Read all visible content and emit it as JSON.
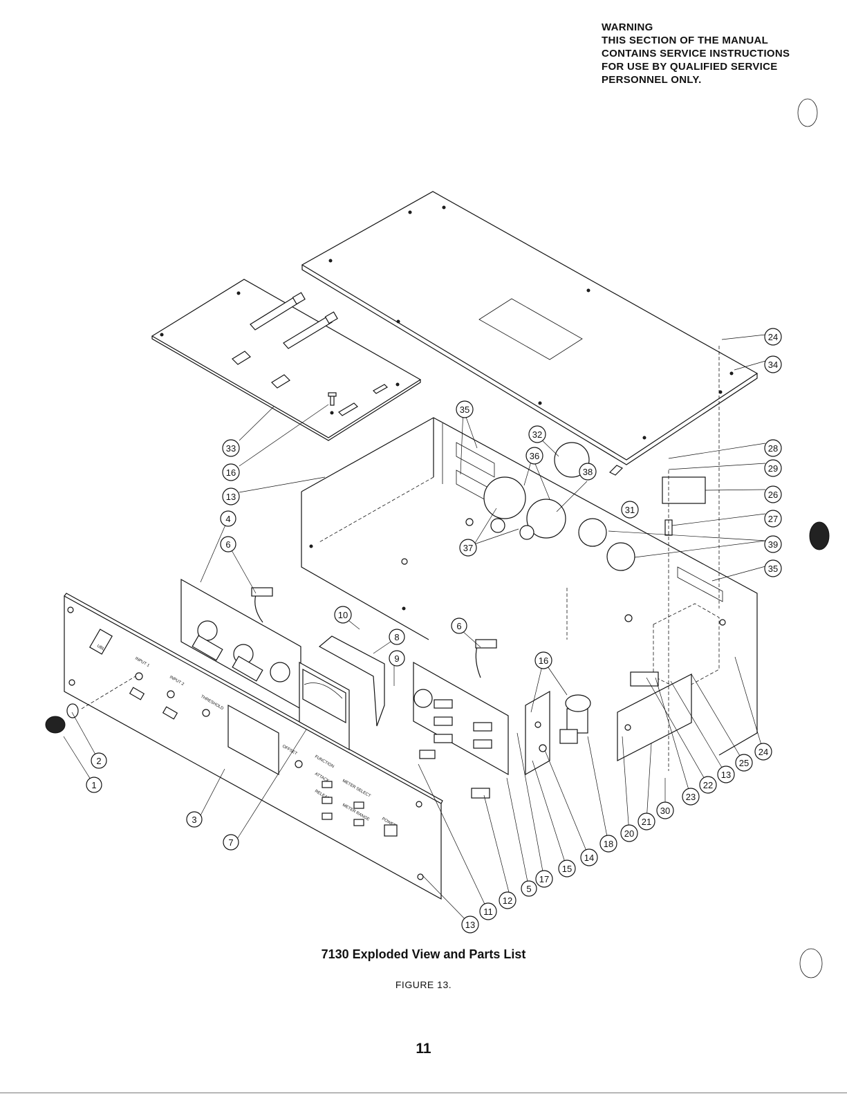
{
  "warning": {
    "heading": "WARNING",
    "lines": [
      "THIS SECTION OF THE MANUAL",
      "CONTAINS SERVICE INSTRUCTIONS",
      "FOR USE BY QUALIFIED SERVICE",
      "PERSONNEL ONLY."
    ]
  },
  "caption": "7130 Exploded View and Parts List",
  "figure_label": "FIGURE 13.",
  "page_number": "11",
  "panel": {
    "logo": "UBL",
    "input_1": "INPUT 1",
    "input_2": "INPUT 2",
    "threshold": "THRESHOLD",
    "offset": "OFFSET",
    "function": "FUNCTION",
    "attack": "ATTACK",
    "release": "RELEASE",
    "meter_select": "METER SELECT",
    "meter_range": "METER RANGE",
    "power": "POWER"
  },
  "callouts": [
    {
      "id": "c1",
      "number": "1"
    },
    {
      "id": "c2",
      "number": "2"
    },
    {
      "id": "c3",
      "number": "3"
    },
    {
      "id": "c4",
      "number": "4"
    },
    {
      "id": "c5",
      "number": "5"
    },
    {
      "id": "c6a",
      "number": "6"
    },
    {
      "id": "c6b",
      "number": "6"
    },
    {
      "id": "c7",
      "number": "7"
    },
    {
      "id": "c8",
      "number": "8"
    },
    {
      "id": "c9",
      "number": "9"
    },
    {
      "id": "c10",
      "number": "10"
    },
    {
      "id": "c11",
      "number": "11"
    },
    {
      "id": "c12",
      "number": "12"
    },
    {
      "id": "c13a",
      "number": "13"
    },
    {
      "id": "c13b",
      "number": "13"
    },
    {
      "id": "c13c",
      "number": "13"
    },
    {
      "id": "c14",
      "number": "14"
    },
    {
      "id": "c15",
      "number": "15"
    },
    {
      "id": "c16a",
      "number": "16"
    },
    {
      "id": "c16b",
      "number": "16"
    },
    {
      "id": "c17",
      "number": "17"
    },
    {
      "id": "c18",
      "number": "18"
    },
    {
      "id": "c20",
      "number": "20"
    },
    {
      "id": "c21",
      "number": "21"
    },
    {
      "id": "c22",
      "number": "22"
    },
    {
      "id": "c23",
      "number": "23"
    },
    {
      "id": "c24a",
      "number": "24"
    },
    {
      "id": "c24b",
      "number": "24"
    },
    {
      "id": "c25",
      "number": "25"
    },
    {
      "id": "c26",
      "number": "26"
    },
    {
      "id": "c27",
      "number": "27"
    },
    {
      "id": "c28",
      "number": "28"
    },
    {
      "id": "c29",
      "number": "29"
    },
    {
      "id": "c30",
      "number": "30"
    },
    {
      "id": "c31",
      "number": "31"
    },
    {
      "id": "c32",
      "number": "32"
    },
    {
      "id": "c33",
      "number": "33"
    },
    {
      "id": "c34",
      "number": "34"
    },
    {
      "id": "c35a",
      "number": "35"
    },
    {
      "id": "c35b",
      "number": "35"
    },
    {
      "id": "c36",
      "number": "36"
    },
    {
      "id": "c37",
      "number": "37"
    },
    {
      "id": "c38",
      "number": "38"
    },
    {
      "id": "c39",
      "number": "39"
    }
  ]
}
